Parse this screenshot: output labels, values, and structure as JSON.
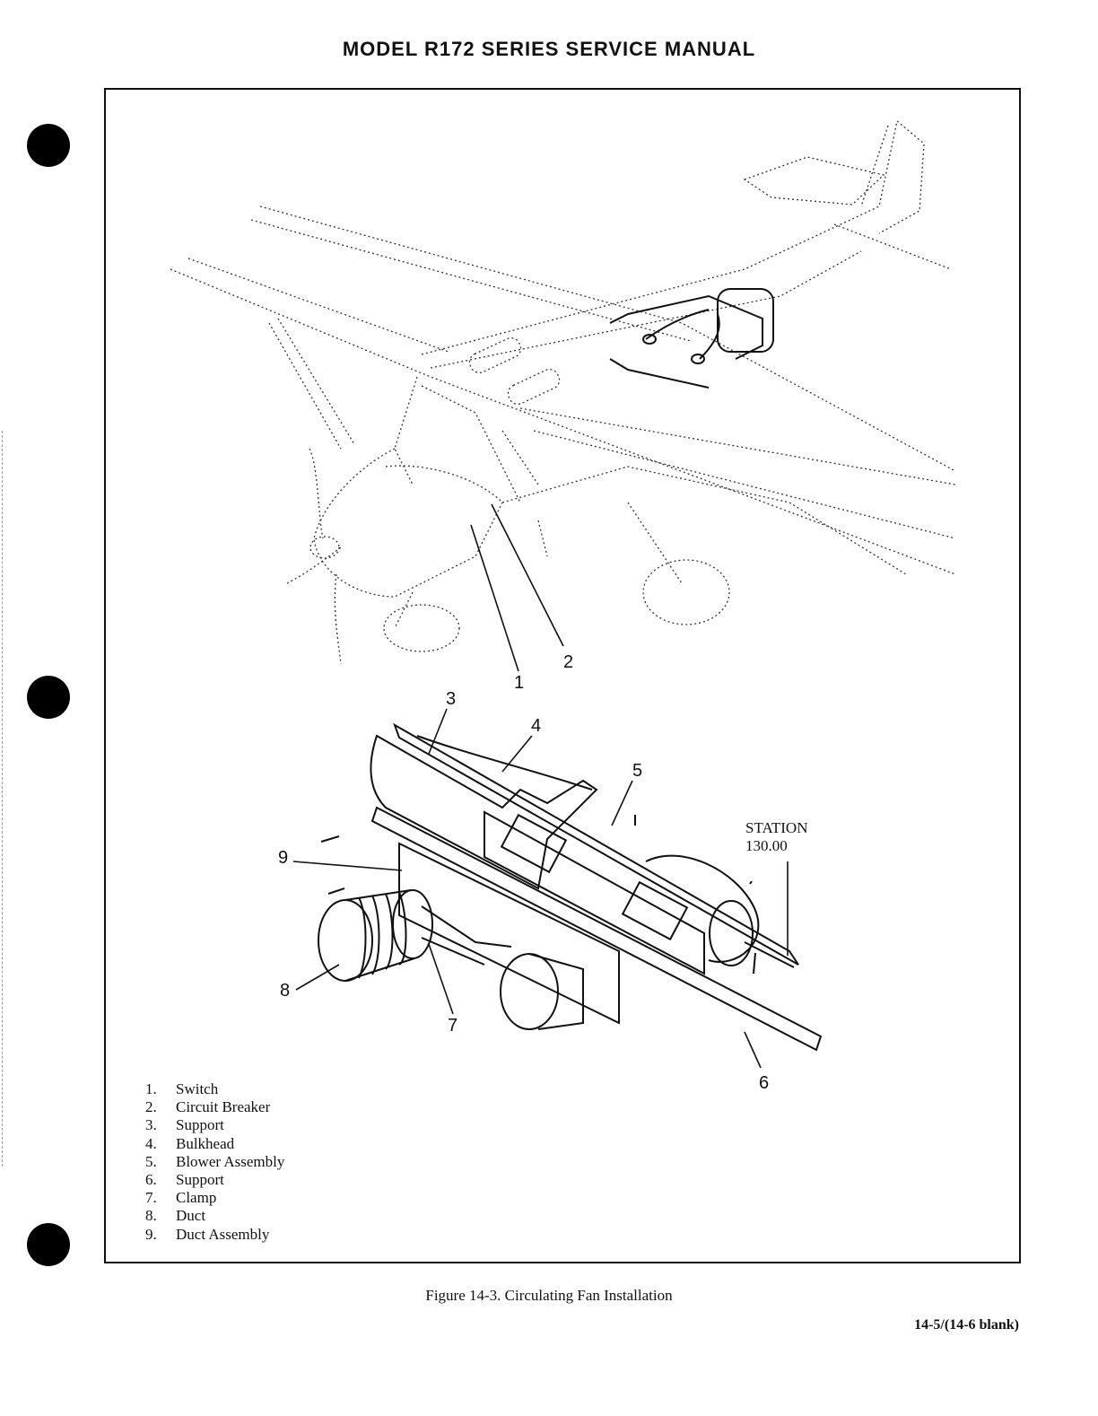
{
  "header": {
    "title": "MODEL R172 SERIES SERVICE MANUAL"
  },
  "illustration": {
    "aircraft_callouts": [
      "1",
      "2"
    ],
    "fan_callouts": [
      "3",
      "4",
      "5",
      "6",
      "7",
      "8",
      "9"
    ],
    "station_label": "STATION",
    "station_value": "130.00"
  },
  "legend": [
    {
      "num": "1.",
      "label": "Switch"
    },
    {
      "num": "2.",
      "label": "Circuit Breaker"
    },
    {
      "num": "3.",
      "label": "Support"
    },
    {
      "num": "4.",
      "label": "Bulkhead"
    },
    {
      "num": "5.",
      "label": "Blower Assembly"
    },
    {
      "num": "6.",
      "label": "Support"
    },
    {
      "num": "7.",
      "label": "Clamp"
    },
    {
      "num": "8.",
      "label": "Duct"
    },
    {
      "num": "9.",
      "label": "Duct Assembly"
    }
  ],
  "caption": "Figure 14-3.  Circulating Fan Installation",
  "page_number": "14-5/(14-6 blank)"
}
